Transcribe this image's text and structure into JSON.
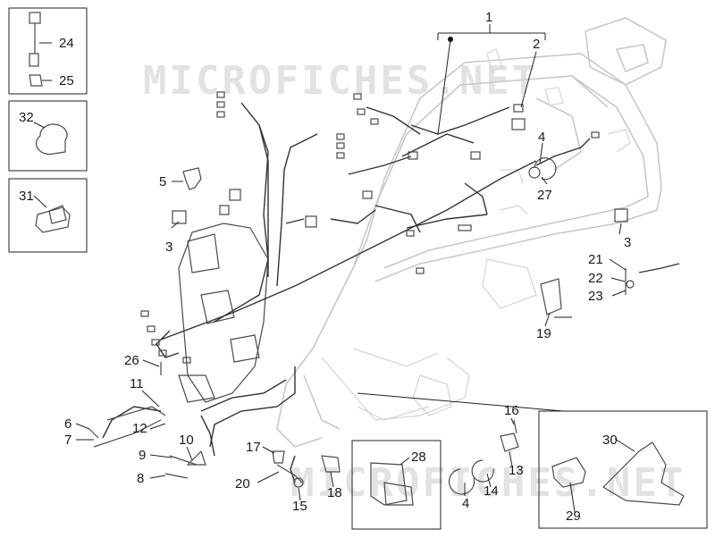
{
  "watermark": "MICROFICHES.NET",
  "callouts": {
    "c1": "1",
    "c2": "2",
    "c3a": "3",
    "c3b": "3",
    "c4a": "4",
    "c4b": "4",
    "c5": "5",
    "c6": "6",
    "c7": "7",
    "c8": "8",
    "c9": "9",
    "c10": "10",
    "c11": "11",
    "c12": "12",
    "c13": "13",
    "c14": "14",
    "c15": "15",
    "c16": "16",
    "c17": "17",
    "c18": "18",
    "c19": "19",
    "c20": "20",
    "c21": "21",
    "c22": "22",
    "c23": "23",
    "c24": "24",
    "c25": "25",
    "c26": "26",
    "c27": "27",
    "c28": "28",
    "c29": "29",
    "c30": "30",
    "c31": "31",
    "c32": "32"
  }
}
